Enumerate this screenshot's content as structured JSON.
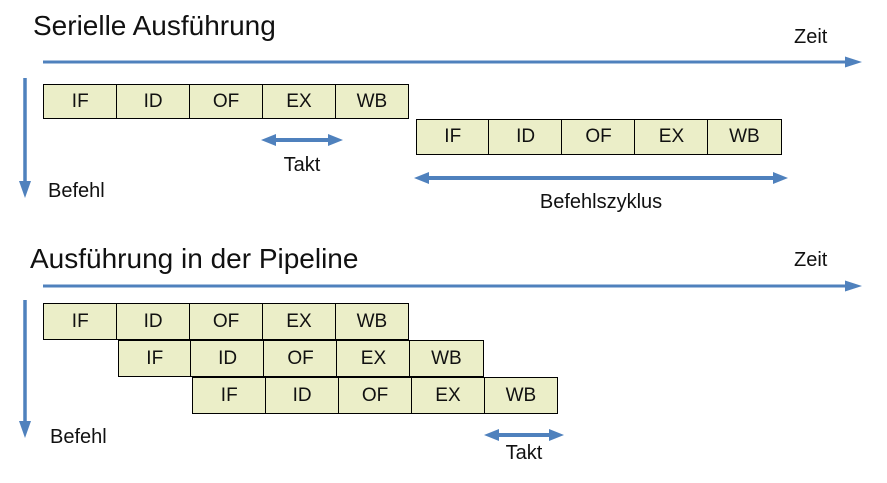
{
  "colors": {
    "accent_blue": "#4F81BD",
    "box_fill": "#EBEEC8",
    "box_border": "#000000",
    "text": "#000000"
  },
  "serial": {
    "title": "Serielle Ausführung",
    "time_axis_label": "Zeit",
    "instruction_axis_label": "Befehl",
    "clock_label": "Takt",
    "cycle_label": "Befehlszyklus",
    "rows": [
      [
        "IF",
        "ID",
        "OF",
        "EX",
        "WB"
      ],
      [
        "IF",
        "ID",
        "OF",
        "EX",
        "WB"
      ]
    ]
  },
  "pipeline": {
    "title": "Ausführung in der Pipeline",
    "time_axis_label": "Zeit",
    "instruction_axis_label": "Befehl",
    "clock_label": "Takt",
    "rows": [
      [
        "IF",
        "ID",
        "OF",
        "EX",
        "WB"
      ],
      [
        "IF",
        "ID",
        "OF",
        "EX",
        "WB"
      ],
      [
        "IF",
        "ID",
        "OF",
        "EX",
        "WB"
      ]
    ]
  }
}
